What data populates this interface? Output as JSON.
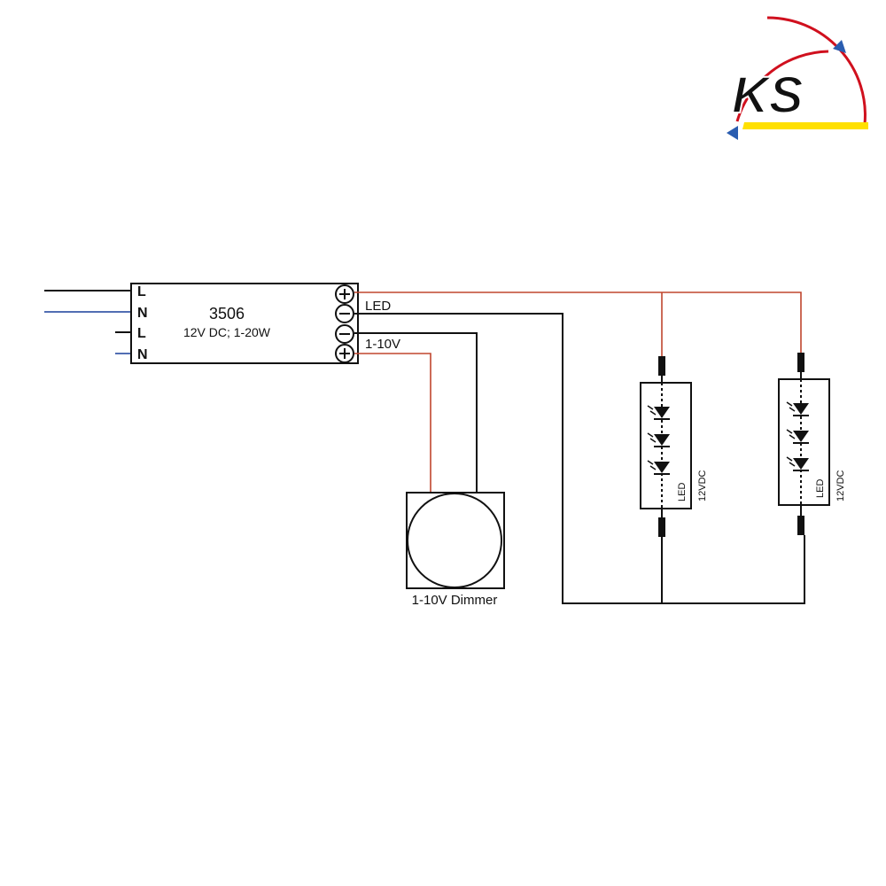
{
  "logo": {
    "text": "KS",
    "colors": {
      "blue": "#2a5db0",
      "red": "#d0101e",
      "yellow": "#ffe000"
    }
  },
  "driver": {
    "model": "3506",
    "spec": "12V DC; 1-20W",
    "input_terminals": [
      "L",
      "N",
      "L",
      "N"
    ],
    "output_terminals": [
      "⊕",
      "⊖",
      "⊖",
      "⊕"
    ]
  },
  "labels": {
    "led_output": "LED",
    "control_output": "1-10V",
    "dimmer": "1-10V Dimmer"
  },
  "modules": [
    {
      "label": "LED",
      "voltage": "12VDC"
    },
    {
      "label": "LED",
      "voltage": "12VDC"
    }
  ],
  "wire_colors": {
    "black": "#111111",
    "red": "#c0462e",
    "blue": "#3a5aa8"
  }
}
